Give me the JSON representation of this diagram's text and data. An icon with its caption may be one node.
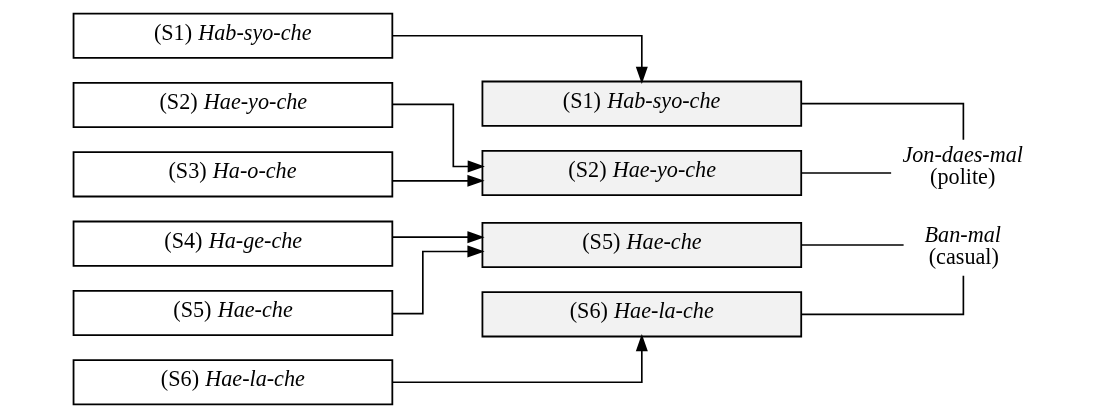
{
  "diagram": {
    "nodes": [
      {
        "text": [
          "(S1) *Hab-syo-che*"
        ]
      },
      {
        "text": [
          "(S2) *Hae-yo-che*"
        ]
      },
      {
        "text": [
          "(S3) *Ha-o-che*"
        ]
      },
      {
        "text": [
          "(S4) *Ha-ge-che*"
        ]
      },
      {
        "text": [
          "(S5) *Hae-che*"
        ]
      },
      {
        "text": [
          "(S6) *Hae-la-che*"
        ]
      },
      {
        "text": [
          "(S1) *Hab-syo-che*"
        ]
      },
      {
        "text": [
          "(S2) *Hae-yo-che*"
        ]
      },
      {
        "text": [
          "(S5) *Hae-che*"
        ]
      },
      {
        "text": [
          "(S6) *Hae-la-che*"
        ]
      },
      {
        "text": [
          "*Jon-daes-mal*",
          "(polite)"
        ]
      },
      {
        "text": [
          "*Ban-mal*",
          "(casual)"
        ]
      }
    ],
    "edges": [
      {
        "from": 0,
        "to": 6,
        "arrow": "to"
      },
      {
        "from": 1,
        "to": 7,
        "arrow": "to"
      },
      {
        "from": 2,
        "to": 7,
        "arrow": "to"
      },
      {
        "from": 3,
        "to": 8,
        "arrow": "to"
      },
      {
        "from": 4,
        "to": 8,
        "arrow": "to"
      },
      {
        "from": 5,
        "to": 9,
        "arrow": "to"
      },
      {
        "from": 6,
        "to": 10,
        "arrow": "none"
      },
      {
        "from": 7,
        "to": 10,
        "arrow": "none"
      },
      {
        "from": 8,
        "to": 11,
        "arrow": "none"
      },
      {
        "from": 9,
        "to": 11,
        "arrow": "none"
      }
    ]
  }
}
